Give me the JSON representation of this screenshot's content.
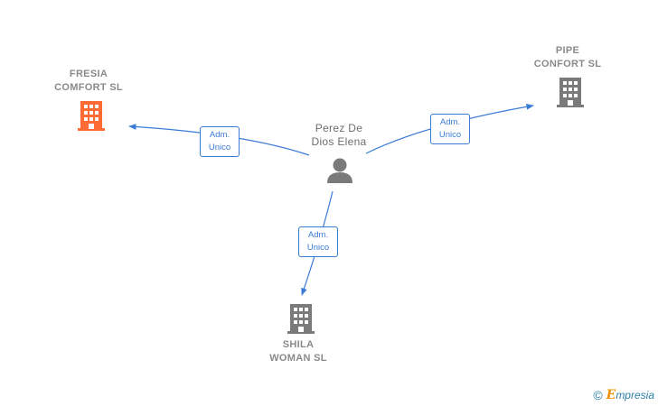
{
  "nodes": {
    "fresia": {
      "label": "FRESIA\nCOMFORT  SL",
      "color": "#ff6b35"
    },
    "pipe": {
      "label": "PIPE\nCONFORT  SL",
      "color": "#7a7a7a"
    },
    "shila": {
      "label": "SHILA\nWOMAN  SL",
      "color": "#7a7a7a"
    },
    "person": {
      "label": "Perez De\nDios Elena",
      "color": "#7a7a7a"
    }
  },
  "edges": {
    "to_fresia": {
      "line1": "Adm.",
      "line2": "Unico"
    },
    "to_pipe": {
      "line1": "Adm.",
      "line2": "Unico"
    },
    "to_shila": {
      "line1": "Adm.",
      "line2": "Unico"
    }
  },
  "colors": {
    "edge": "#3a7bd5"
  },
  "footer": {
    "copyright": "©",
    "brand_first": "E",
    "brand_rest": "mpresia"
  }
}
